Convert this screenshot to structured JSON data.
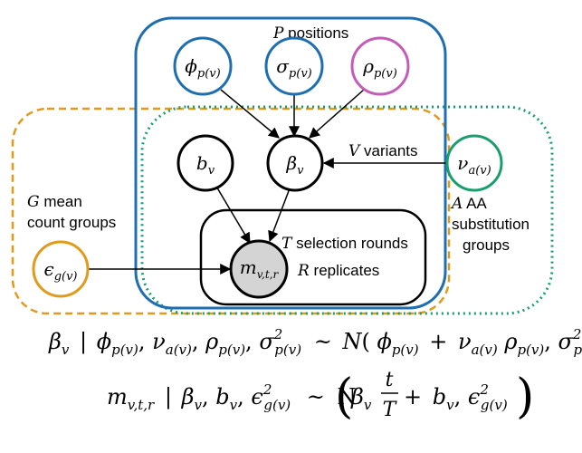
{
  "plates": {
    "positions": {
      "symbol": "P",
      "label": " positions",
      "color": "#1f6fb0"
    },
    "variants": {
      "symbol": "V",
      "label": " variants"
    },
    "mean_count": {
      "symbol": "G",
      "label1": " mean",
      "label2": "count groups",
      "color": "#e09a1c"
    },
    "aa_groups": {
      "symbol": "A",
      "label1": " AA",
      "label2": "substitution",
      "label3": "groups",
      "color": "#1a9e6e"
    },
    "rounds": {
      "symbol": "T",
      "label": " selection rounds"
    },
    "replicates": {
      "symbol": "R",
      "label": " replicates"
    }
  },
  "nodes": {
    "phi": {
      "base": "ϕ",
      "sub": "p(v)",
      "color": "#1f6fb0"
    },
    "sigma": {
      "base": "σ",
      "sub": "p(v)",
      "color": "#1f6fb0"
    },
    "rho": {
      "base": "ρ",
      "sub": "p(v)",
      "color": "#c45cb8"
    },
    "b": {
      "base": "b",
      "sub": "v",
      "color": "#000000"
    },
    "beta": {
      "base": "β",
      "sub": "v",
      "color": "#000000"
    },
    "nu": {
      "base": "ν",
      "sub": "a(v)",
      "color": "#1a9e6e"
    },
    "epsilon": {
      "base": "ϵ",
      "sub": "g(v)",
      "color": "#e09a1c"
    },
    "m": {
      "base": "m",
      "sub": "v,t,r",
      "color": "#000000",
      "fill": "#d4d4d4"
    }
  },
  "equations": {
    "eq1": {
      "beta": "β",
      "beta_sub": "v",
      "bar": "|",
      "phi": "ϕ",
      "phi_sub": "p(v)",
      "nu": "ν",
      "nu_sub": "a(v)",
      "rho": "ρ",
      "rho_sub": "p(v)",
      "sigma": "σ",
      "sigma_sub": "p(v)",
      "sigma_sup": "2",
      "comma": ",",
      "sim": "~",
      "N": "N",
      "lparen": "(",
      "plus": "+",
      "rparen": ")"
    },
    "eq2": {
      "m": "m",
      "m_sub": "v,t,r",
      "bar": "|",
      "beta": "β",
      "beta_sub": "v",
      "b": "b",
      "b_sub": "v",
      "eps": "ϵ",
      "eps_sub": "g(v)",
      "eps_sup": "2",
      "comma": ",",
      "sim": "~",
      "N": "N",
      "num": "t",
      "den": "T",
      "plus": "+",
      "lparen": "(",
      "rparen": ")"
    }
  }
}
